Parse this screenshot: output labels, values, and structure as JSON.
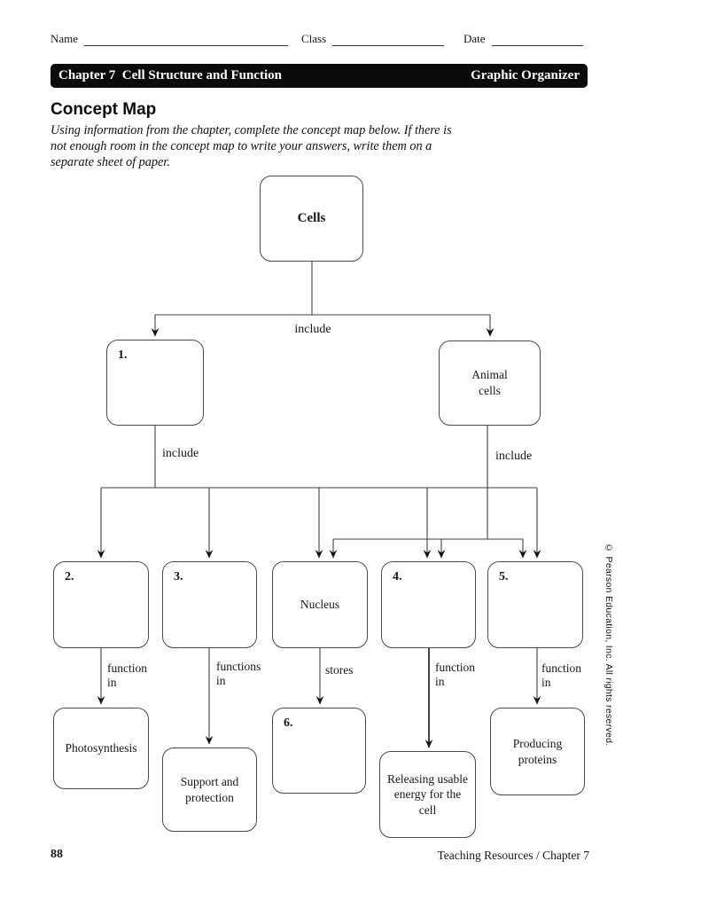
{
  "header": {
    "fields": [
      {
        "label": "Name"
      },
      {
        "label": "Class"
      },
      {
        "label": "Date"
      }
    ]
  },
  "banner": {
    "left": "Chapter 7  Cell Structure and Function",
    "right": "Graphic Organizer"
  },
  "intro": {
    "title": "Concept Map",
    "instructions": "Using information from the chapter, complete the concept map below. If there is not enough room in the concept map to write your answers, write them on a separate sheet of paper."
  },
  "map": {
    "nodes": [
      {
        "id": "cells",
        "label": "Cells"
      },
      {
        "id": "box1",
        "number": "1.",
        "label": ""
      },
      {
        "id": "animal-cells",
        "label": "Animal cells"
      },
      {
        "id": "box2",
        "number": "2.",
        "label": ""
      },
      {
        "id": "box3",
        "number": "3.",
        "label": ""
      },
      {
        "id": "nucleus",
        "label": "Nucleus"
      },
      {
        "id": "box4",
        "number": "4.",
        "label": ""
      },
      {
        "id": "box5",
        "number": "5.",
        "label": ""
      },
      {
        "id": "photosynthesis",
        "label": "Photosynthesis"
      },
      {
        "id": "support",
        "label": "Support and protection"
      },
      {
        "id": "box6",
        "number": "6.",
        "label": ""
      },
      {
        "id": "releasing",
        "label": "Releasing usable energy for the cell"
      },
      {
        "id": "producing",
        "label": "Producing proteins"
      }
    ],
    "edge_labels": {
      "include_top": "include",
      "include_plant": "include",
      "include_animal": "include",
      "function_in_2": "function in",
      "functions_in_3": "functions in",
      "stores": "stores",
      "function_in_4": "function in",
      "function_in_5": "function in"
    }
  },
  "footer": {
    "page_number": "88",
    "right_text": "Teaching Resources / Chapter 7"
  },
  "copyright": "© Pearson Education, Inc. All rights reserved.",
  "colors": {
    "banner_bg": "#0b0b0b",
    "line": "#3f3f3f",
    "emphasis_line": "#141414",
    "box_border": "#4a4a4a"
  }
}
